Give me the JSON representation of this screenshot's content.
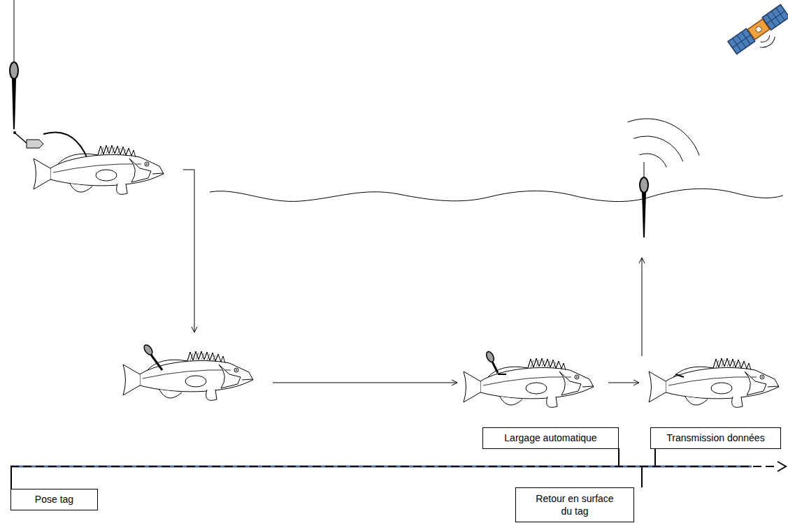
{
  "diagram": {
    "nodes": [
      {
        "text": [
          "Largage automatique"
        ]
      },
      {
        "text": [
          "Transmission données"
        ]
      },
      {
        "text": [
          "Pose tag"
        ]
      },
      {
        "text": [
          "Retour en surface du tag"
        ]
      }
    ]
  }
}
